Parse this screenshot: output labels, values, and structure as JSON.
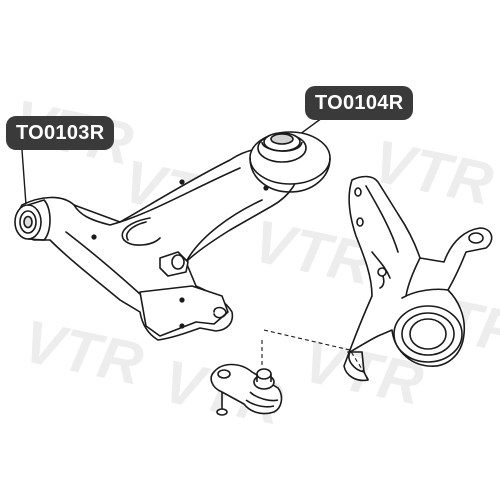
{
  "callouts": {
    "left": {
      "part_number": "TO0103R"
    },
    "right": {
      "part_number": "TO0104R"
    }
  },
  "watermark": {
    "text": "VTR",
    "color": "#e6e6e6"
  },
  "colors": {
    "line": "#1a1a1a",
    "callout_bg": "#3a3a3a",
    "callout_text": "#ffffff",
    "background": "#ffffff"
  }
}
